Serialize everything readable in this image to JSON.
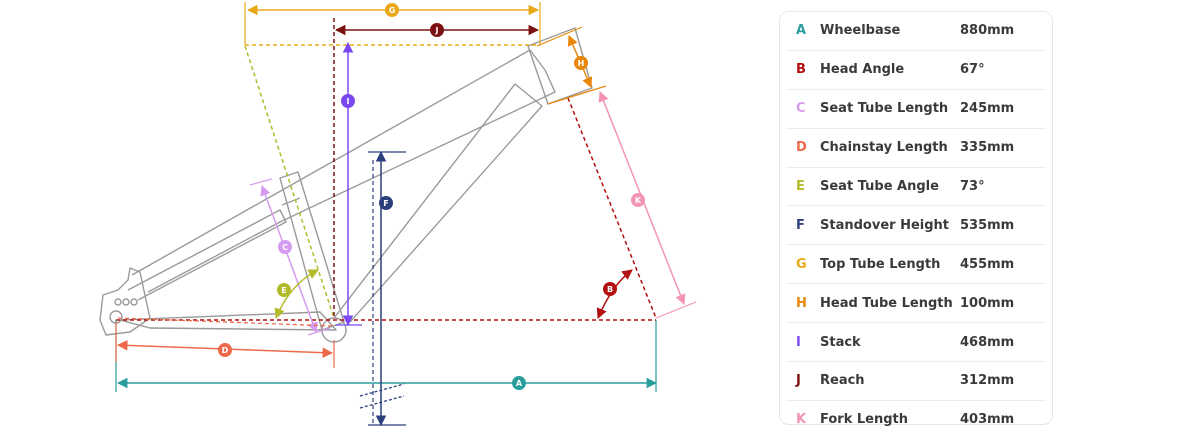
{
  "diagram": {
    "dimensions": [
      {
        "letter": "A",
        "color": "#2a9d9d"
      },
      {
        "letter": "B",
        "color": "#b21010"
      },
      {
        "letter": "C",
        "color": "#d49bf0"
      },
      {
        "letter": "D",
        "color": "#ec6a4a"
      },
      {
        "letter": "E",
        "color": "#b3bb2a"
      },
      {
        "letter": "F",
        "color": "#2c3f7d"
      },
      {
        "letter": "G",
        "color": "#e8a818"
      },
      {
        "letter": "H",
        "color": "#e8870a"
      },
      {
        "letter": "I",
        "color": "#7a4af0"
      },
      {
        "letter": "J",
        "color": "#7a1010"
      },
      {
        "letter": "K",
        "color": "#f294b2"
      }
    ]
  },
  "table": {
    "rows": [
      {
        "letter": "A",
        "label": "Wheelbase",
        "value": "880mm",
        "color": "#2a9d9d"
      },
      {
        "letter": "B",
        "label": "Head Angle",
        "value": "67°",
        "color": "#b21010"
      },
      {
        "letter": "C",
        "label": "Seat Tube Length",
        "value": "245mm",
        "color": "#d49bf0"
      },
      {
        "letter": "D",
        "label": "Chainstay Length",
        "value": "335mm",
        "color": "#ec6a4a"
      },
      {
        "letter": "E",
        "label": "Seat Tube Angle",
        "value": "73°",
        "color": "#b3bb2a"
      },
      {
        "letter": "F",
        "label": "Standover Height",
        "value": "535mm",
        "color": "#2c3f7d"
      },
      {
        "letter": "G",
        "label": "Top Tube Length",
        "value": "455mm",
        "color": "#e8a818"
      },
      {
        "letter": "H",
        "label": "Head Tube Length",
        "value": "100mm",
        "color": "#e8870a"
      },
      {
        "letter": "I",
        "label": "Stack",
        "value": "468mm",
        "color": "#7a4af0"
      },
      {
        "letter": "J",
        "label": "Reach",
        "value": "312mm",
        "color": "#7a1010"
      },
      {
        "letter": "K",
        "label": "Fork Length",
        "value": "403mm",
        "color": "#f294b2"
      }
    ]
  }
}
